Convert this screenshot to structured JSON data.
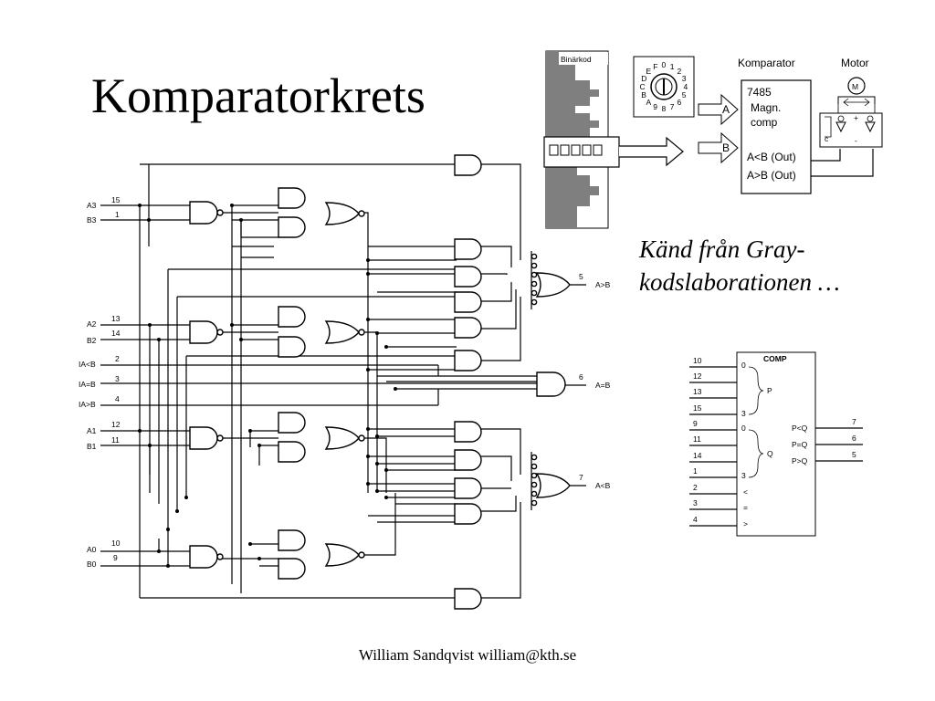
{
  "title": "Komparatorkrets",
  "caption": [
    "Känd från Gray-",
    "kodslaborationen …"
  ],
  "footer": "William Sandqvist  william@kth.se",
  "schematic": {
    "inputs": [
      {
        "label": "A3",
        "pin": "15"
      },
      {
        "label": "B3",
        "pin": "1"
      },
      {
        "label": "A2",
        "pin": "13"
      },
      {
        "label": "B2",
        "pin": "14"
      },
      {
        "label": "IA<B",
        "pin": "2"
      },
      {
        "label": "IA=B",
        "pin": "3"
      },
      {
        "label": "IA>B",
        "pin": "4"
      },
      {
        "label": "A1",
        "pin": "12"
      },
      {
        "label": "B1",
        "pin": "11"
      },
      {
        "label": "A0",
        "pin": "10"
      },
      {
        "label": "B0",
        "pin": "9"
      }
    ],
    "outputs": [
      {
        "label": "A>B",
        "pin": "5"
      },
      {
        "label": "A=B",
        "pin": "6"
      },
      {
        "label": "A<B",
        "pin": "7"
      }
    ]
  },
  "system": {
    "binary_label": "Binärkod",
    "dial_chars": "0123456789ABCDEF",
    "arrow_a": "A",
    "arrow_b": "B",
    "comparator_label": "Komparator",
    "motor_label": "Motor",
    "chip_lines": [
      "7485",
      "Magn.",
      "comp"
    ],
    "out_lt": "A<B (Out)",
    "out_gt": "A>B (Out)",
    "motor_symbol": "M"
  },
  "comp_block": {
    "title": "COMP",
    "left_pins": [
      "10",
      "12",
      "13",
      "15",
      "9",
      "11",
      "14",
      "1",
      "2",
      "3",
      "4"
    ],
    "p_bits": [
      "0",
      "3"
    ],
    "q_bits": [
      "0",
      "3"
    ],
    "p_label": "P",
    "q_label": "Q",
    "cascade": [
      "<",
      "=",
      ">"
    ],
    "outputs": [
      {
        "label": "P<Q",
        "pin": "7"
      },
      {
        "label": "P=Q",
        "pin": "6"
      },
      {
        "label": "P>Q",
        "pin": "5"
      }
    ]
  }
}
